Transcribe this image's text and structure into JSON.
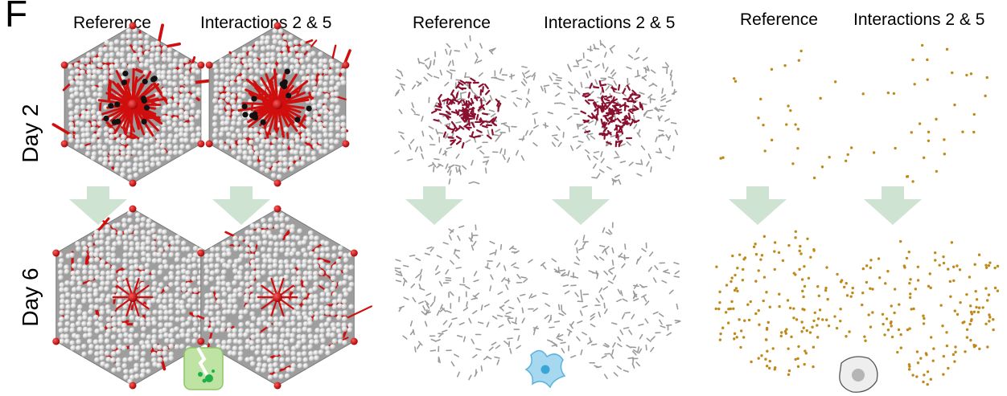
{
  "panel_letter": "F",
  "row_labels": [
    "Day 2",
    "Day 6"
  ],
  "groups": [
    {
      "titles": [
        "Reference",
        "Interactions 2 & 5"
      ],
      "style": "tissue",
      "icon": "damaged-cell-icon",
      "colors": {
        "sphere": "#bdbdbd",
        "vessel": "#d10e0e",
        "dead": "#111111",
        "icon_bg": "#bfe3a2",
        "icon_dot": "#1fb04b"
      }
    },
    {
      "titles": [
        "Reference",
        "Interactions 2 & 5"
      ],
      "style": "macrophage",
      "icon": "macrophage-icon",
      "colors": {
        "particle": "#9a9a9a",
        "active": "#8a1030",
        "icon_bg": "#a6d8ef",
        "icon_dot": "#3aa6d8"
      }
    },
    {
      "titles": [
        "Reference",
        "Interactions 2 & 5"
      ],
      "style": "dots",
      "icon": "cell-icon",
      "colors": {
        "dot": "#c08a1a",
        "icon_bg": "#eeeeee",
        "icon_dot": "#b5b5b5"
      }
    }
  ],
  "arrow_color": "#cfe3d3"
}
